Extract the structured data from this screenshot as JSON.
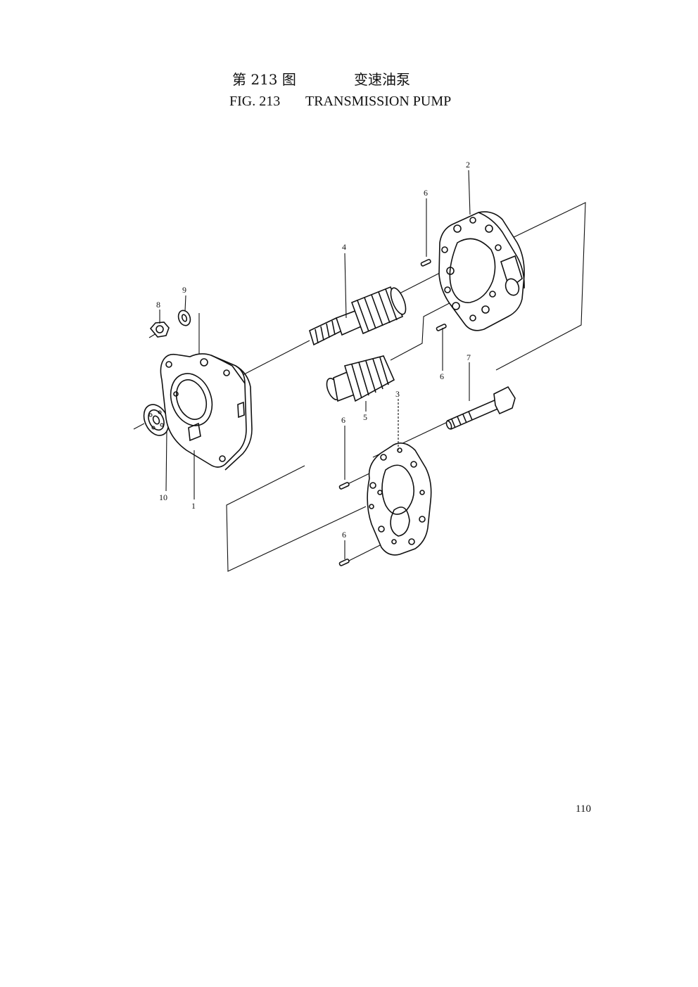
{
  "header": {
    "figure_cn": "第 213 图",
    "name_cn": "变速油泵",
    "figure_en": "FIG. 213",
    "name_en": "TRANSMISSION PUMP"
  },
  "callouts": {
    "c1": "1",
    "c2": "2",
    "c3": "3",
    "c4": "4",
    "c5": "5",
    "c6a": "6",
    "c6b": "6",
    "c6c": "6",
    "c6d": "6",
    "c7": "7",
    "c8": "8",
    "c9": "9",
    "c10": "10"
  },
  "footer": {
    "page_number": "110"
  }
}
